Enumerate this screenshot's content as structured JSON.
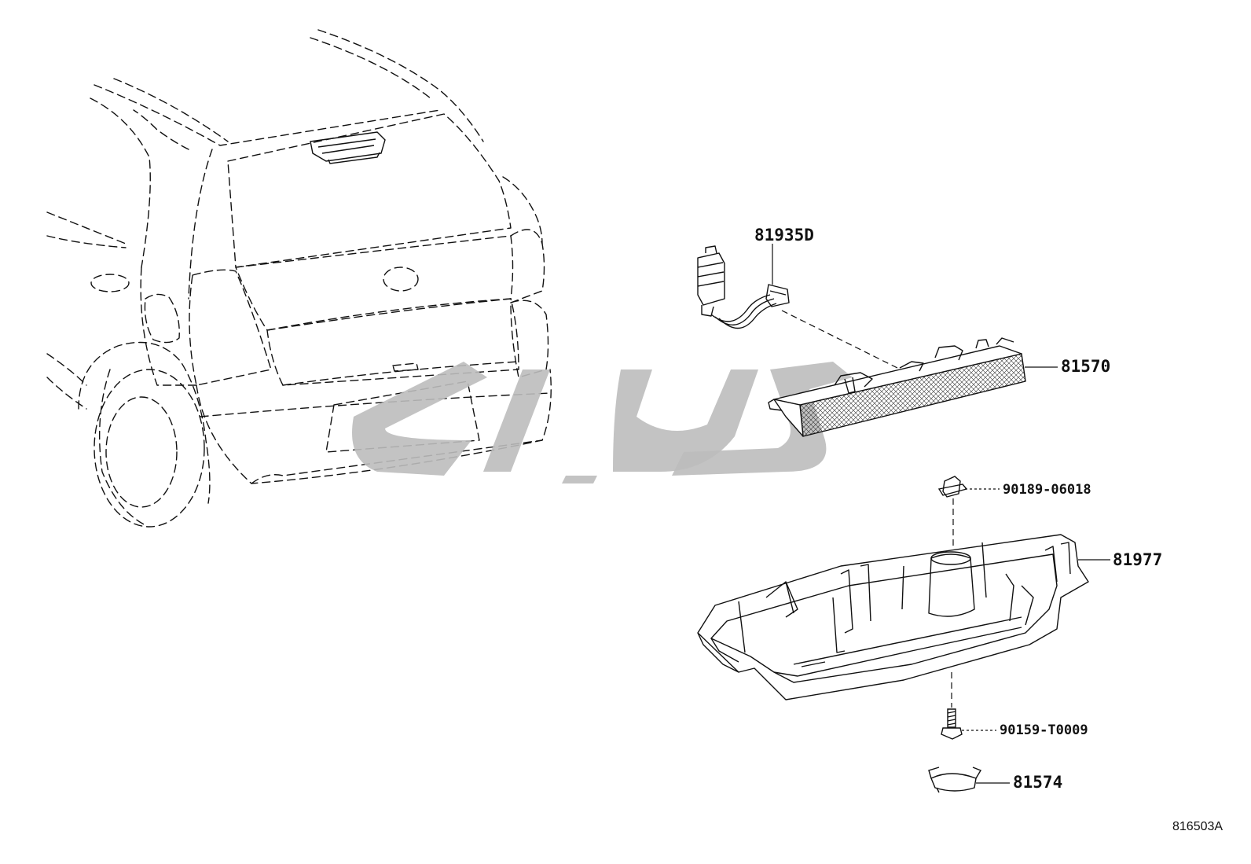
{
  "labels": {
    "harness": "81935D",
    "lamp": "81570",
    "clip": "90189-06018",
    "cover": "81977",
    "screw": "90159-T0009",
    "cap": "81574"
  },
  "diagram_code": "816503A",
  "colors": {
    "line": "#111111",
    "watermark": "#bdbdbd"
  }
}
